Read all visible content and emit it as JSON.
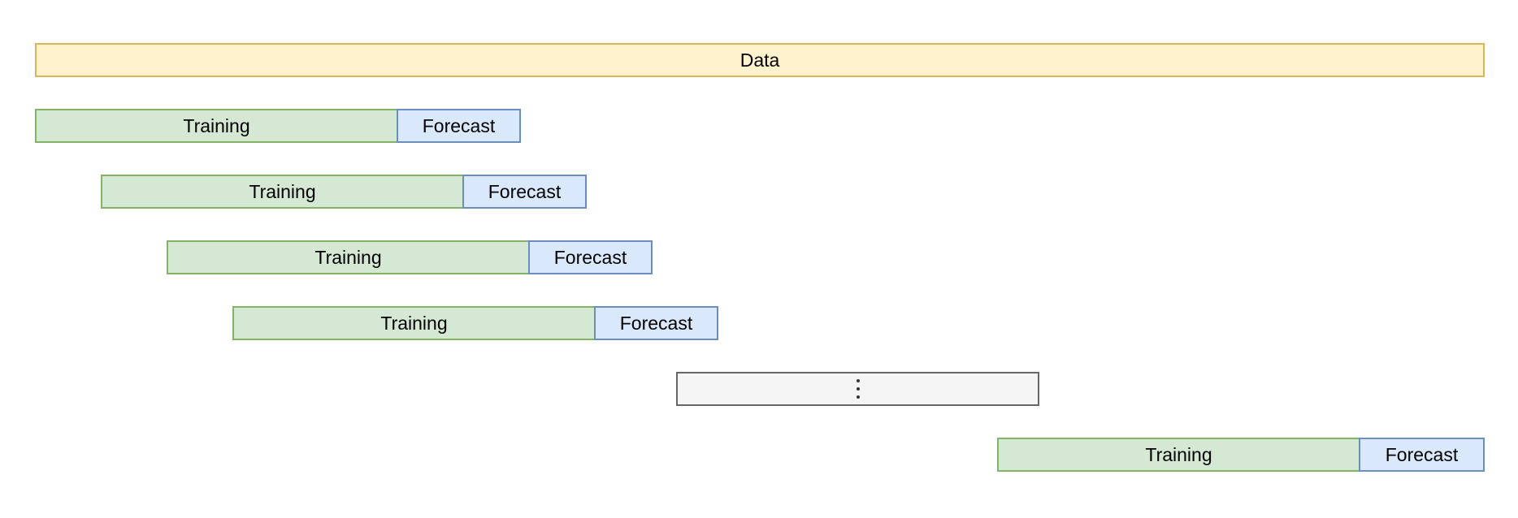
{
  "diagram": {
    "data_label": "Data",
    "windows": [
      {
        "training_label": "Training",
        "forecast_label": "Forecast"
      },
      {
        "training_label": "Training",
        "forecast_label": "Forecast"
      },
      {
        "training_label": "Training",
        "forecast_label": "Forecast"
      },
      {
        "training_label": "Training",
        "forecast_label": "Forecast"
      },
      {
        "training_label": "Training",
        "forecast_label": "Forecast"
      }
    ],
    "ellipsis_icon": "vertical-ellipsis"
  },
  "colors": {
    "data_fill": "#fff2cc",
    "data_stroke": "#d6b656",
    "training_fill": "#d5e8d4",
    "training_stroke": "#82b366",
    "forecast_fill": "#dae8fc",
    "forecast_stroke": "#6c8ebf",
    "ellipsis_fill": "#f5f5f5",
    "ellipsis_stroke": "#666666"
  }
}
